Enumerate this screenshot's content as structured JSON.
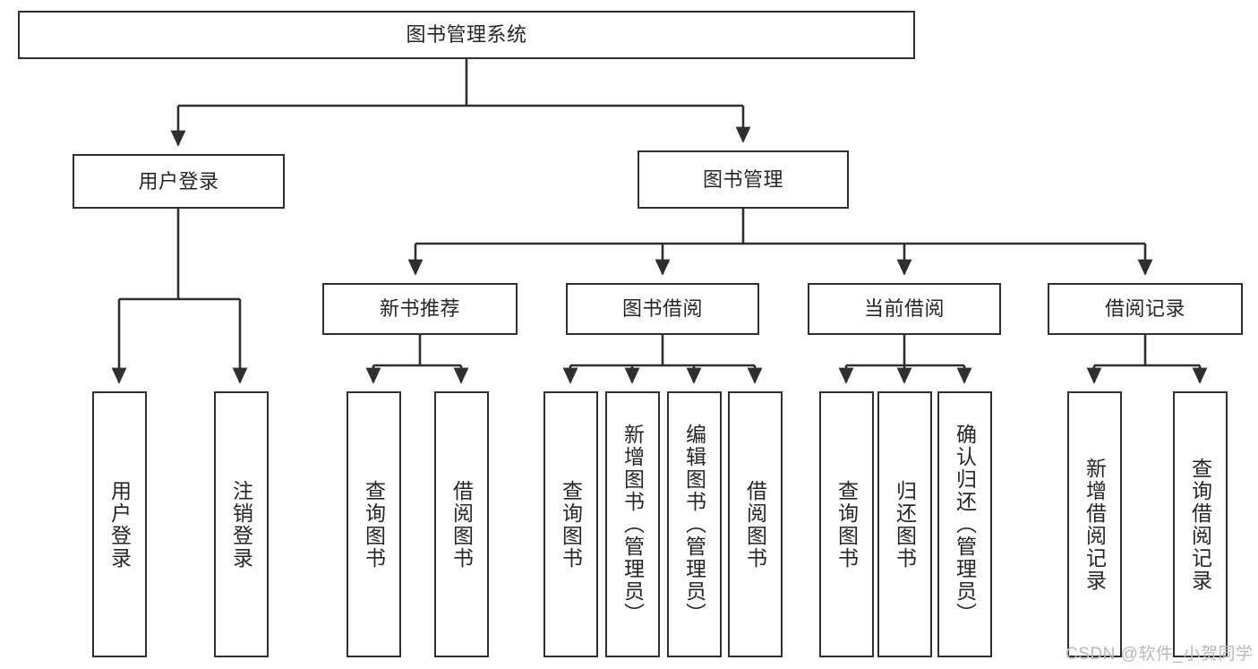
{
  "diagram": {
    "type": "tree-hierarchy-chart",
    "title": "图书管理系统",
    "watermark": "CSDN @软件_小贺同学",
    "colors": {
      "stroke": "#2f2f2f",
      "fill": "#ffffff",
      "text": "#262626",
      "watermark": "#b9b9b9"
    },
    "nodes": {
      "root": {
        "label": "图书管理系统",
        "level": 1
      },
      "l2": [
        {
          "id": "user-login",
          "label": "用户登录",
          "level": 2
        },
        {
          "id": "book-manage",
          "label": "图书管理",
          "level": 2
        }
      ],
      "l3": [
        {
          "id": "new-book-recommend",
          "label": "新书推荐",
          "level": 3
        },
        {
          "id": "book-borrow",
          "label": "图书借阅",
          "level": 3
        },
        {
          "id": "current-borrow",
          "label": "当前借阅",
          "level": 3
        },
        {
          "id": "borrow-record",
          "label": "借阅记录",
          "level": 3
        }
      ],
      "leaves": {
        "user-login": [
          {
            "id": "leaf-user-login",
            "label": "用户登录"
          },
          {
            "id": "leaf-logout",
            "label": "注销登录"
          }
        ],
        "new-book-recommend": [
          {
            "id": "leaf-query-book-1",
            "label": "查询图书"
          },
          {
            "id": "leaf-borrow-book-1",
            "label": "借阅图书"
          }
        ],
        "book-borrow": [
          {
            "id": "leaf-query-book-2",
            "label": "查询图书"
          },
          {
            "id": "leaf-add-book",
            "label": "新增图书（管理员）"
          },
          {
            "id": "leaf-edit-book",
            "label": "编辑图书（管理员）"
          },
          {
            "id": "leaf-borrow-book-2",
            "label": "借阅图书"
          }
        ],
        "current-borrow": [
          {
            "id": "leaf-query-book-3",
            "label": "查询图书"
          },
          {
            "id": "leaf-return-book",
            "label": "归还图书"
          },
          {
            "id": "leaf-confirm-return",
            "label": "确认归还（管理员）"
          }
        ],
        "borrow-record": [
          {
            "id": "leaf-add-record",
            "label": "新增借阅记录"
          },
          {
            "id": "leaf-query-record",
            "label": "查询借阅记录"
          }
        ]
      }
    }
  }
}
